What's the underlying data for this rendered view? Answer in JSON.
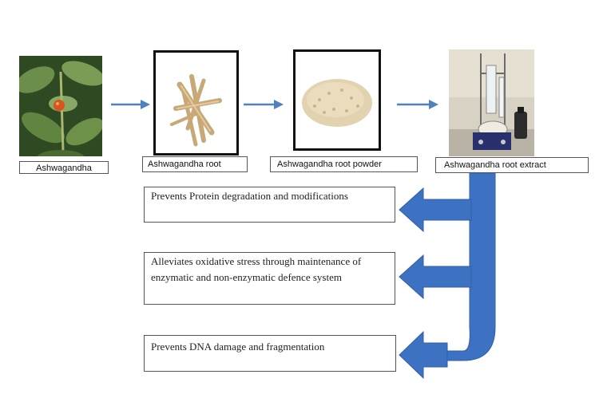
{
  "stages": [
    {
      "label": "Ashwagandha"
    },
    {
      "label": "Ashwagandha root"
    },
    {
      "label": "Ashwagandha root powder"
    },
    {
      "label": "Ashwagandha root extract"
    }
  ],
  "effects": [
    {
      "text": "Prevents Protein degradation and modifications"
    },
    {
      "text": "Alleviates oxidative stress through maintenance of enzymatic and non-enzymatic defence system"
    },
    {
      "text": "Prevents DNA damage and fragmentation"
    }
  ],
  "colors": {
    "flow_arrow": "#4f81bd",
    "effect_arrow": "#3d72c2"
  }
}
